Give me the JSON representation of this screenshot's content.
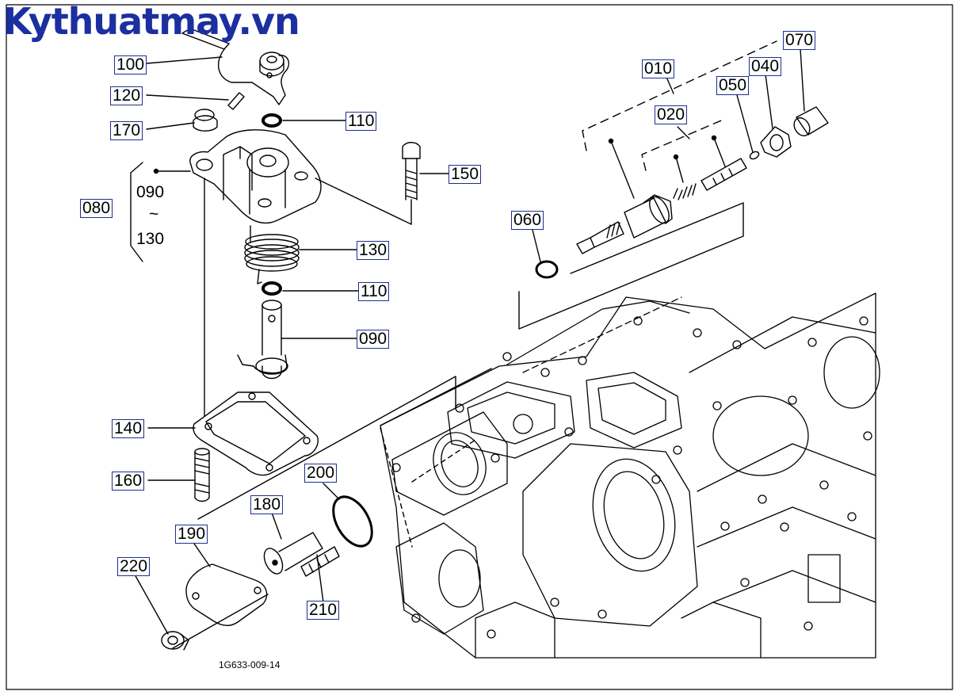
{
  "watermark": "Kythuatmay.vn",
  "figure_code": "1G633-009-14",
  "parts": {
    "p010": "010",
    "p020": "020",
    "p040": "040",
    "p050": "050",
    "p060": "060",
    "p070": "070",
    "p080": "080",
    "p090": "090",
    "p100": "100",
    "p110": "110",
    "p120": "120",
    "p130": "130",
    "p140": "140",
    "p150": "150",
    "p160": "160",
    "p170": "170",
    "p180": "180",
    "p190": "190",
    "p200": "200",
    "p210": "210",
    "p220": "220"
  },
  "range_note": {
    "from": "090",
    "sep": "~",
    "to": "130"
  }
}
